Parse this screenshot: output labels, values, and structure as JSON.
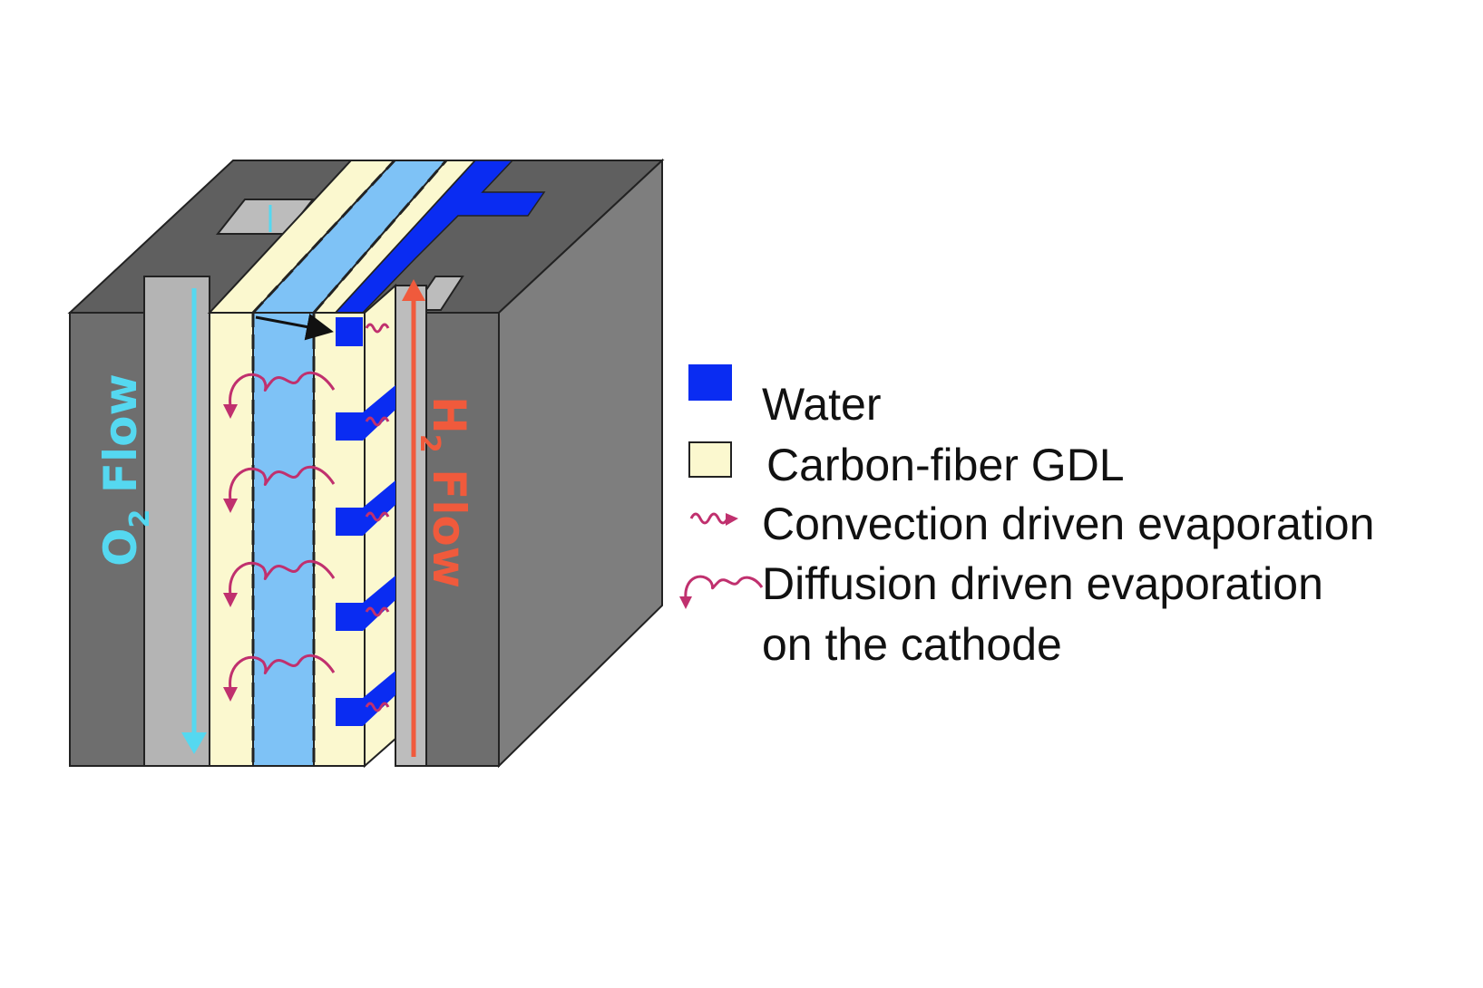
{
  "diagram": {
    "o2_flow": {
      "main": "O",
      "sub": "2",
      "rest": " Flow"
    },
    "h2_flow": {
      "main": "H",
      "sub": "2",
      "rest": " Flow"
    }
  },
  "legend": {
    "items": [
      {
        "id": "water",
        "label": "Water",
        "swatch": "#0a2cf2"
      },
      {
        "id": "gdl",
        "label": "Carbon-fiber GDL",
        "swatch": "#fbf8cf"
      },
      {
        "id": "convection",
        "label": "Convection driven evaporation",
        "swatch": "#c0306e"
      },
      {
        "id": "diffusion",
        "label": "Diffusion driven evaporation",
        "label_line2": "on the cathode",
        "swatch": "#c0306e"
      }
    ]
  },
  "colors": {
    "block_front": "#6e6e6e",
    "block_side": "#7e7e7e",
    "block_top": "#5f5f5f",
    "channel_wall": "#b4b4b4",
    "gdl": "#fbf8cf",
    "membrane": "#7ec2f6",
    "water": "#0a2cf2",
    "o2_arrow": "#55d8f0",
    "h2_arrow": "#f05a3c",
    "evaporation": "#c0306e"
  }
}
